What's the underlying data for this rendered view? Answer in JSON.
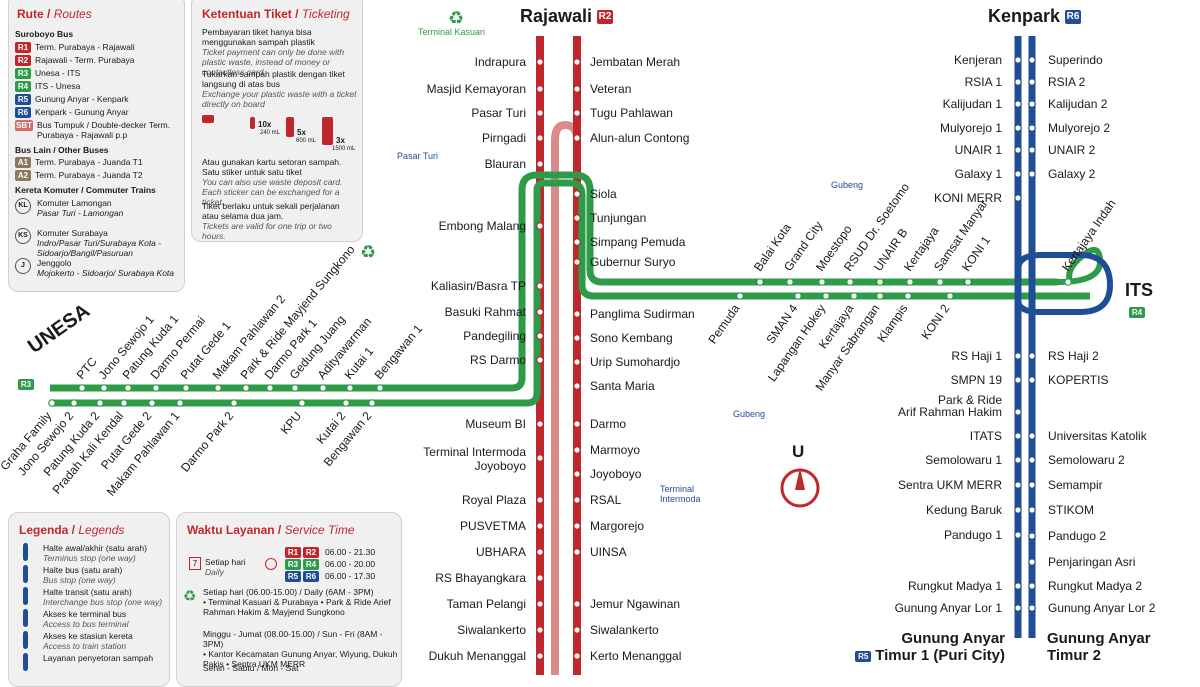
{
  "routes_panel": {
    "title": "Rute",
    "title_en": "Routes",
    "suroboyo_heading": "Suroboyo Bus",
    "routes": [
      {
        "code": "R1",
        "color": "#c0272d",
        "text": "Term. Purabaya - Rajawali"
      },
      {
        "code": "R2",
        "color": "#c0272d",
        "text": "Rajawali - Term. Purabaya"
      },
      {
        "code": "R3",
        "color": "#2e9b48",
        "text": "Unesa - ITS"
      },
      {
        "code": "R4",
        "color": "#2e9b48",
        "text": "ITS - Unesa"
      },
      {
        "code": "R5",
        "color": "#1f4e96",
        "text": "Gunung Anyar - Kenpark"
      },
      {
        "code": "R6",
        "color": "#1f4e96",
        "text": "Kenpark - Gunung Anyar"
      },
      {
        "code": "SBT",
        "color": "#d36d6d",
        "text": "Bus Tumpuk / Double-decker Term. Purabaya - Rajawali p.p"
      }
    ],
    "other_heading": "Bus Lain / Other Buses",
    "other": [
      {
        "code": "A1",
        "color": "#8a7a5c",
        "text": "Term. Purabaya - Juanda T1"
      },
      {
        "code": "A2",
        "color": "#8a7a5c",
        "text": "Term. Purabaya - Juanda T2"
      }
    ],
    "trains_heading": "Kereta Komuter / Commuter Trains",
    "trains": [
      {
        "code": "KL",
        "name": "Komuter Lamongan",
        "desc": "Pasar Turi - Lamongan"
      },
      {
        "code": "KS",
        "name": "Komuter Surabaya",
        "desc": "Indro/Pasar Turi/Surabaya Kota - Sidoarjo/Bangil/Pasuruan"
      },
      {
        "code": "J",
        "name": "Jenggolo",
        "desc": "Mojokerto - Sidoarjo/ Surabaya Kota"
      }
    ]
  },
  "ticket_panel": {
    "title": "Ketentuan Tiket",
    "title_en": "Ticketing",
    "p1": "Pembayaran tiket hanya bisa menggunakan sampah plastik",
    "p1_en": "Ticket payment can only be done with plastic waste, instead of money or contactless card.",
    "p2": "Tukarkan sampah plastik dengan tiket langsung di atas bus",
    "p2_en": "Exchange your plastic waste with a ticket directly on board",
    "bottles": [
      {
        "mult": "10x",
        "size": "240 mL"
      },
      {
        "mult": "5x",
        "size": "600 mL"
      },
      {
        "mult": "3x",
        "size": "1500 mL"
      }
    ],
    "p3": "Atau gunakan kartu setoran sampah. Satu stiker untuk satu tiket",
    "p3_en": "You can also use waste deposit card. Each sticker can be exchanged for a ticket.",
    "p4": "Tiket berlaku untuk sekali perjalanan atau selama dua jam.",
    "p4_en": "Tickets are valid for one trip or two hours."
  },
  "legend_panel": {
    "title": "Legenda",
    "title_en": "Legends",
    "items": [
      {
        "name": "Halte awal/akhir (satu arah)",
        "en": "Terminus stop (one way)"
      },
      {
        "name": "Halte bus (satu arah)",
        "en": "Bus stop (one way)"
      },
      {
        "name": "Halte transit (satu arah)",
        "en": "Interchange bus stop (one way)"
      },
      {
        "name": "Akses ke terminal bus",
        "en": "Access to bus terminal"
      },
      {
        "name": "Akses ke stasiun kereta",
        "en": "Access to train station"
      },
      {
        "name": "Layanan penyetoran sampah",
        "en": ""
      }
    ]
  },
  "service_panel": {
    "title": "Waktu Layanan",
    "title_en": "Service Time",
    "daily": "Setiap hari",
    "daily_en": "Daily",
    "times": [
      {
        "a": "R1",
        "b": "R2",
        "color": "#c0272d",
        "time": "06.00 - 21.30"
      },
      {
        "a": "R3",
        "b": "R4",
        "color": "#2e9b48",
        "time": "06.00 - 20.00"
      },
      {
        "a": "R5",
        "b": "R6",
        "color": "#1f4e96",
        "time": "06.00 - 17.30"
      }
    ],
    "waste1": "Setiap hari (06.00-15.00) / Daily (6AM - 3PM)",
    "waste1_items": "• Terminal Kasuari & Purabaya • Park & Ride Arief Rahman Hakim & Mayjend Sungkono",
    "waste2": "Minggu - Jumat (08.00-15.00) / Sun - Fri (8AM - 3PM)",
    "waste2_items": "• Kantor Kecamatan Gunung Anyar, Wiyung, Dukuh Pakis • Sentra UKM MERR",
    "waste3": "Senin - Sabtu / Mon - Sat"
  },
  "terminals": {
    "rajawali": "Rajawali",
    "rajawali_code": "R2",
    "kenpark": "Kenpark",
    "kenpark_code": "R6",
    "its": "ITS",
    "its_code": "R4",
    "unesa": "UNESA",
    "unesa_code": "R3",
    "gunung_anyar_1a": "Gunung Anyar",
    "gunung_anyar_1b": "Timur 1 (Puri City)",
    "gunung_anyar_1_code": "R5",
    "gunung_anyar_2a": "Gunung Anyar",
    "gunung_anyar_2b": "Timur 2",
    "terminal_kasuari": "Terminal Kasuari",
    "pasar_turi": "Pasar Turi",
    "gubeng": "Gubeng",
    "terminal_intermoda": "Terminal Intermoda",
    "compass": "U"
  },
  "red_left": [
    "Indrapura",
    "Masjid Kemayoran",
    "Pasar Turi",
    "Pirngadi",
    "Blauran",
    "Embong Malang",
    "Kaliasin/Basra TP",
    "Basuki Rahmat",
    "Pandegiling",
    "RS Darmo",
    "Museum BI",
    "Terminal Intermoda Joyoboyo",
    "Royal Plaza",
    "PUSVETMA",
    "UBHARA",
    "RS Bhayangkara",
    "Taman Pelangi",
    "Siwalankerto",
    "Dukuh Menanggal"
  ],
  "red_right": [
    "Jembatan Merah",
    "Veteran",
    "Tugu Pahlawan",
    "Alun-alun Contong",
    "Siola",
    "Tunjungan",
    "Simpang Pemuda",
    "Gubernur Suryo",
    "Panglima Sudirman",
    "Sono Kembang",
    "Urip Sumohardjo",
    "Santa Maria",
    "Darmo",
    "Marmoyo",
    "Joyoboyo",
    "RSAL",
    "Margorejo",
    "UINSA",
    "Jemur Ngawinan",
    "Siwalankerto",
    "Kerto Menanggal"
  ],
  "blue_left": [
    "Kenjeran",
    "RSIA 1",
    "Kalijudan 1",
    "Mulyorejo 1",
    "UNAIR 1",
    "Galaxy 1",
    "KONI MERR",
    "RS Haji 1",
    "SMPN 19",
    "Park & Ride",
    "Arif Rahman Hakim",
    "ITATS",
    "Semolowaru 1",
    "Sentra UKM MERR",
    "Kedung Baruk",
    "Pandugo 1",
    "Rungkut Madya 1",
    "Gunung Anyar Lor 1"
  ],
  "blue_right": [
    "Superindo",
    "RSIA 2",
    "Kalijudan 2",
    "Mulyorejo 2",
    "UNAIR 2",
    "Galaxy 2",
    "RS Haji 2",
    "KOPERTIS",
    "Universitas Katolik",
    "Semolowaru 2",
    "Semampir",
    "STIKOM",
    "Pandugo 2",
    "Penjaringan Asri",
    "Rungkut Madya 2",
    "Gunung Anyar Lor 2"
  ],
  "green_top_west": [
    "PTC",
    "Jono Sewojo 1",
    "Patung Kuda 1",
    "Darmo Permai",
    "Putat Gede 1",
    "Makam Pahlawan 2",
    "Park & Ride Mayjend Sungkono",
    "Darmo Park 1",
    "Gedung Juang",
    "Adityawarman",
    "Kutai 1",
    "Bengawan 1"
  ],
  "green_bottom_west": [
    "Graha Family",
    "Jono Sewojo 2",
    "Patung Kuda 2",
    "Pradah Kali Kendal",
    "Putat Gede 2",
    "Makam Pahlawan 1",
    "Darmo Park 2",
    "KPU",
    "Kutai 2",
    "Bengawan 2"
  ],
  "green_top_east": [
    "Balai Kota",
    "Grand City",
    "Moestopo",
    "RSUD Dr. Soetomo",
    "UNAIR B",
    "Kertajaya",
    "Samsat Manyar",
    "KONI 1",
    "Kertajaya Indah"
  ],
  "green_bottom_east": [
    "Pemuda",
    "SMAN 4",
    "Lapangan Hokey",
    "Kertajaya",
    "Manyar Sabrangan",
    "Klampis",
    "KONI 2"
  ],
  "colors": {
    "red": "#c0272d",
    "red_light": "#d98b8b",
    "green": "#2e9b48",
    "blue": "#1f4e96"
  }
}
